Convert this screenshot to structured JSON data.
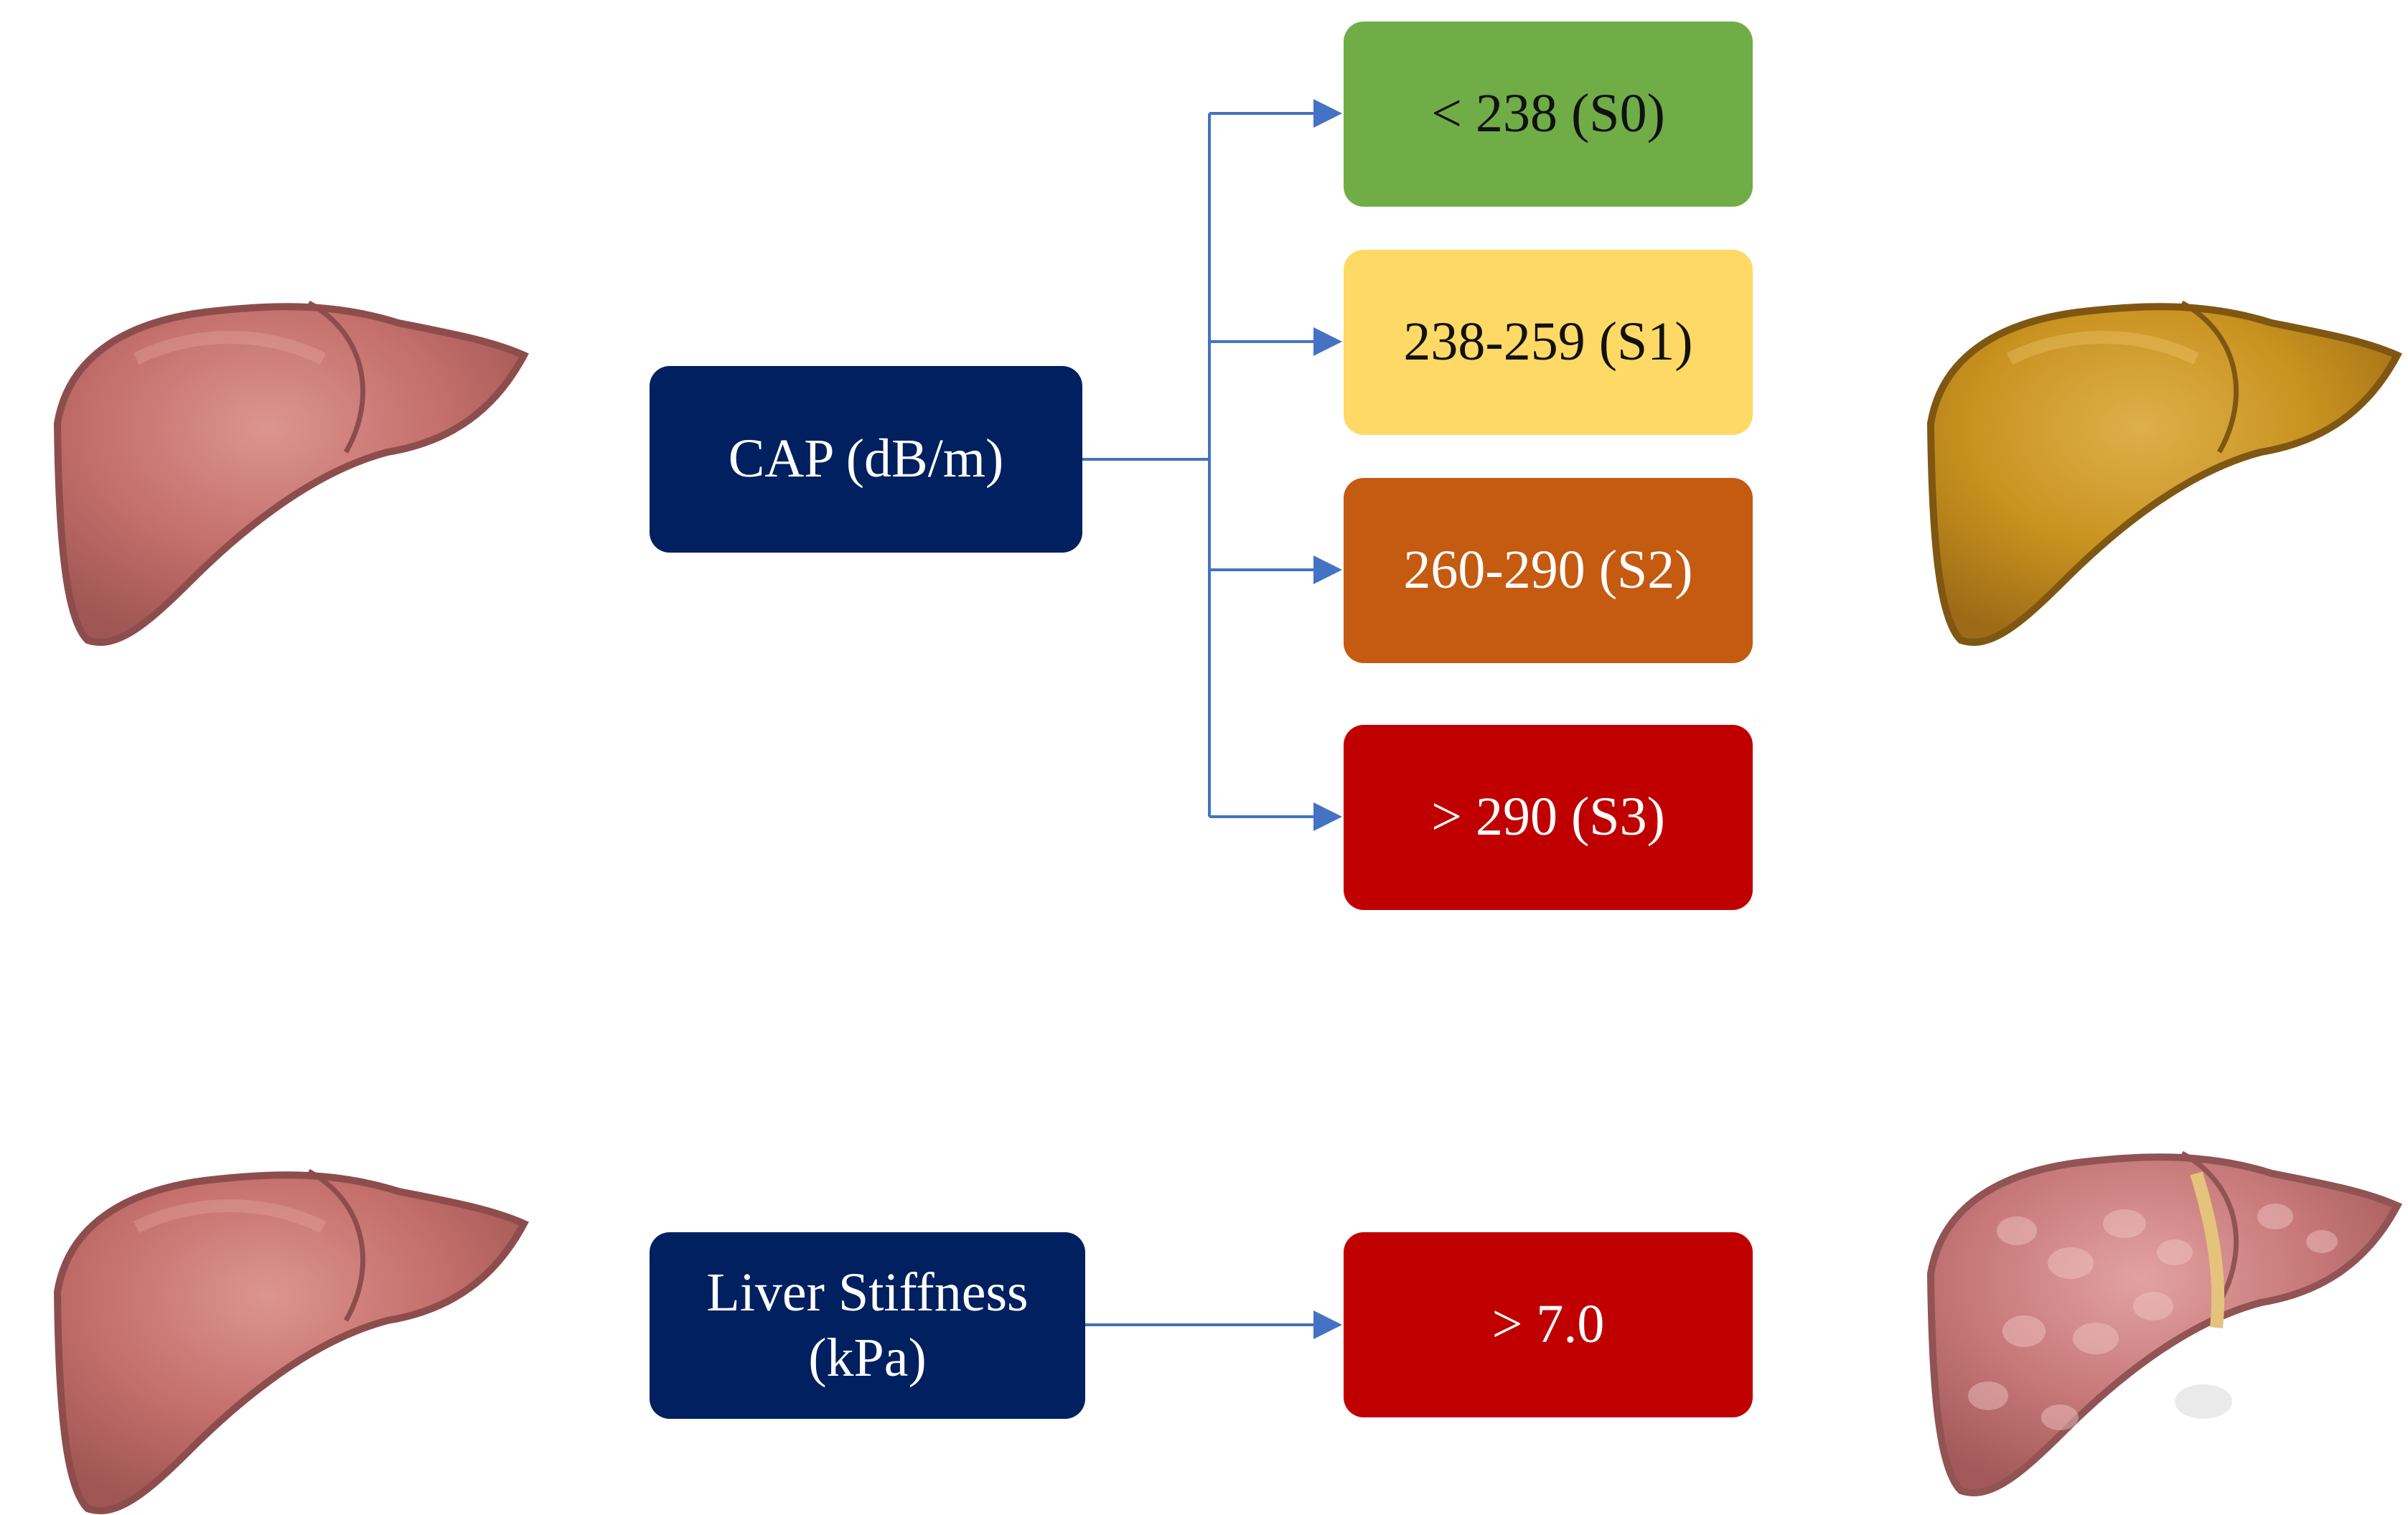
{
  "cap": {
    "label": "CAP (dB/m)",
    "grades": [
      {
        "label": "< 238 (S0)",
        "color": "#70ad47"
      },
      {
        "label": "238-259 (S1)",
        "color": "#ffd966"
      },
      {
        "label": "260-290 (S2)",
        "color": "#c55a11"
      },
      {
        "label": "> 290 (S3)",
        "color": "#c00000"
      }
    ]
  },
  "stiffness": {
    "label_line1": "Liver Stiffness",
    "label_line2": "(kPa)",
    "threshold": {
      "label": "> 7.0",
      "color": "#c00000"
    }
  },
  "colors": {
    "source_box": "#002060",
    "connector": "#4472c4",
    "healthy_liver": "#c46f6b",
    "fatty_liver": "#c8921f",
    "fibrotic_liver": "#c77878"
  },
  "icons": {
    "healthy": "healthy-liver-icon",
    "fatty": "fatty-liver-icon",
    "fibrotic": "fibrotic-liver-icon"
  }
}
